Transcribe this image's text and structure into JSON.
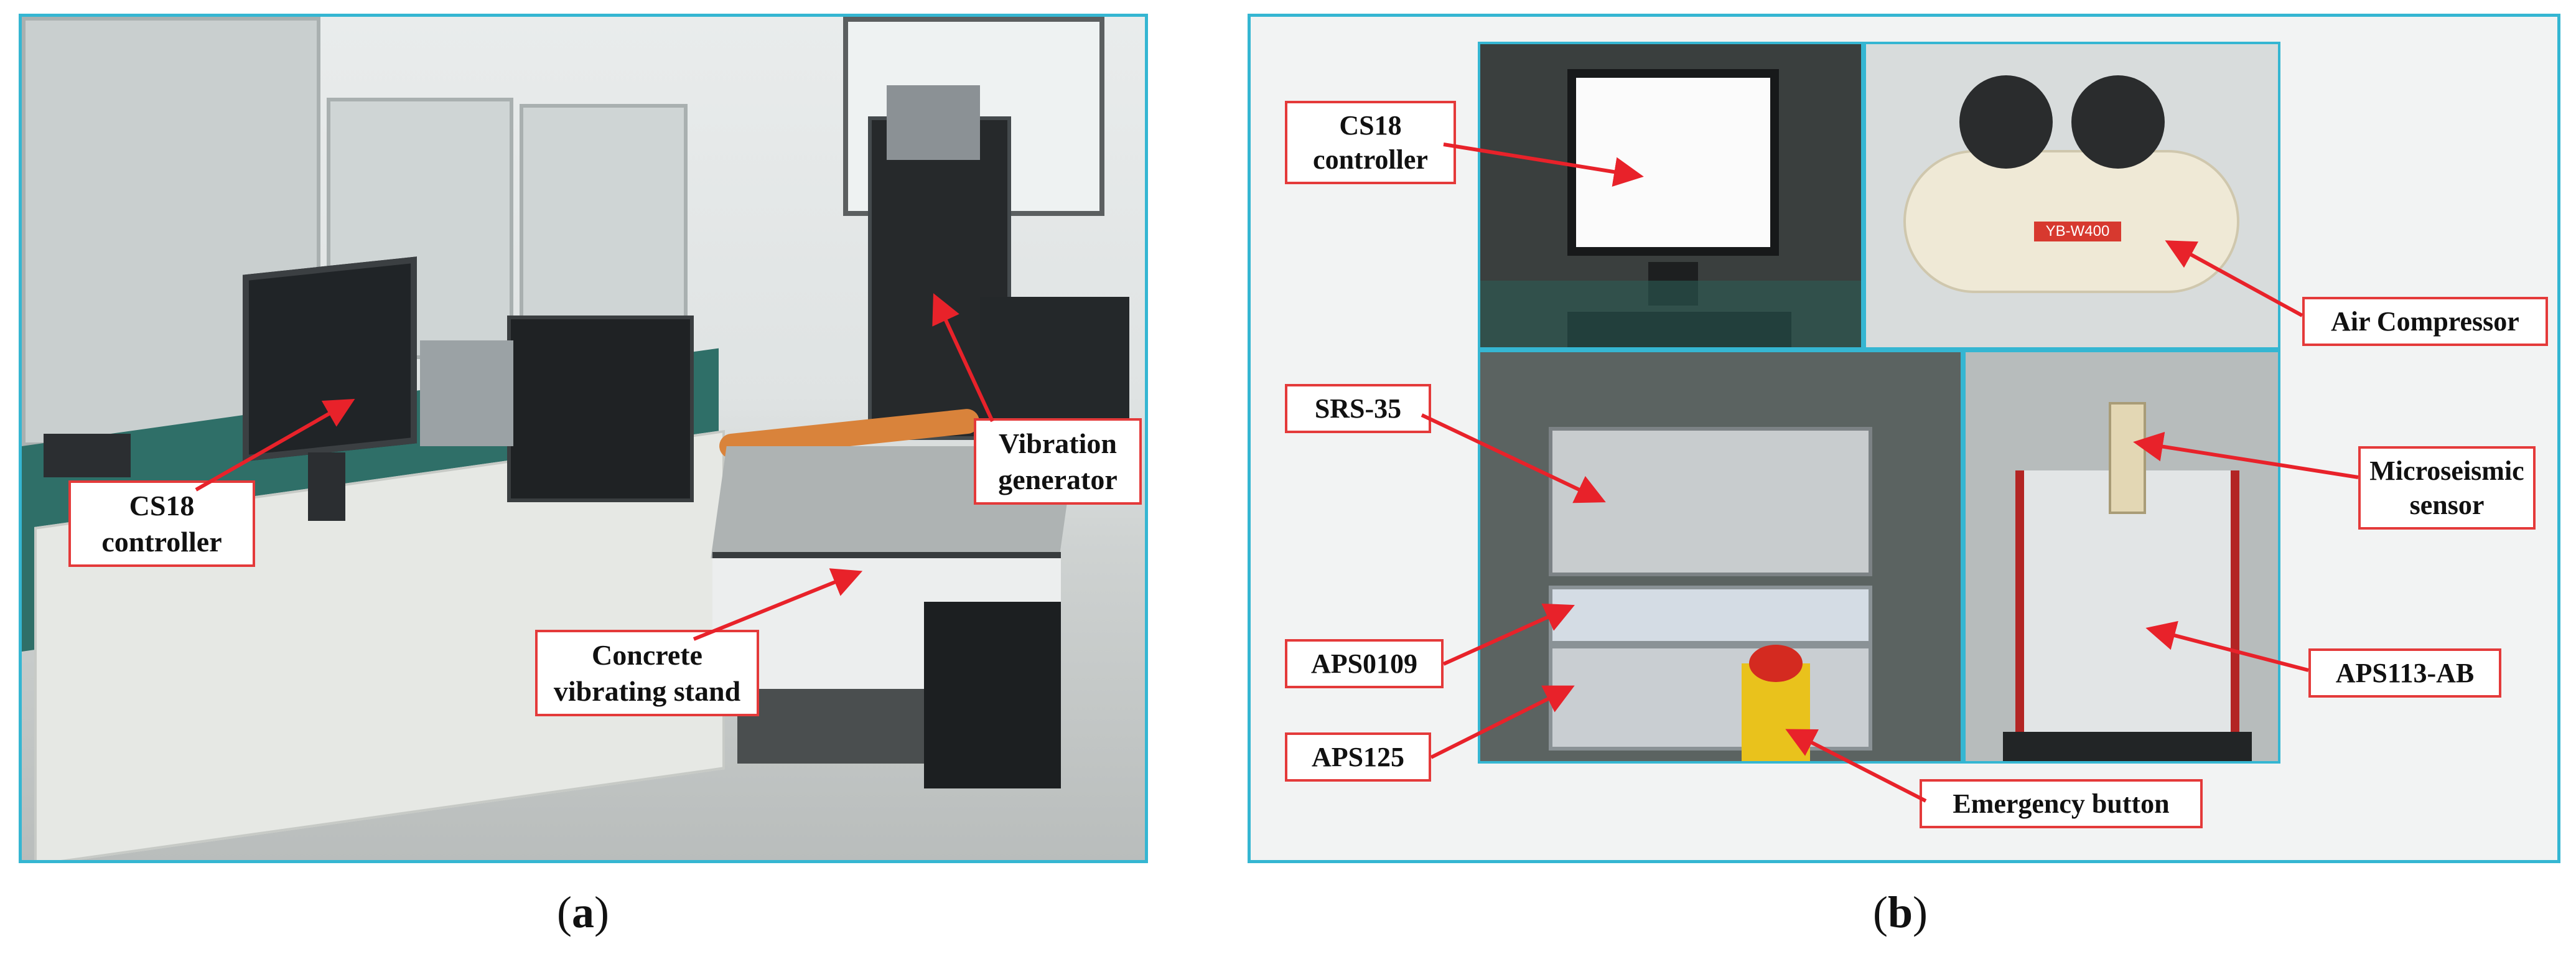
{
  "figure": {
    "panel_a": {
      "sub_label": "a",
      "callouts": {
        "cs18": "CS18 controller",
        "vibration_generator": "Vibration generator",
        "concrete_stand": "Concrete vibrating stand"
      }
    },
    "panel_b": {
      "sub_label": "b",
      "callouts": {
        "cs18": "CS18 controller",
        "air_compressor": "Air Compressor",
        "srs35": "SRS-35",
        "microseismic": "Microseismic sensor",
        "aps0109": "APS0109",
        "aps113": "APS113-AB",
        "aps125": "APS125",
        "emergency": "Emergency button"
      },
      "compressor_model": "YB-W400"
    }
  },
  "colors": {
    "frame": "#35b6d2",
    "callout_border": "#e43a3a",
    "arrow": "#e8222a"
  }
}
